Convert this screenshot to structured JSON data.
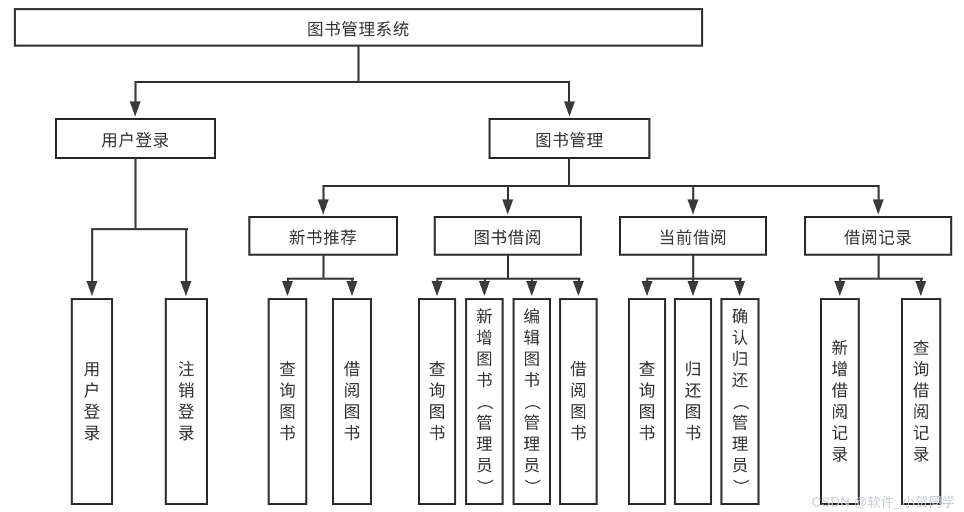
{
  "diagram": {
    "root": {
      "label": "图书管理系统"
    },
    "level2": [
      {
        "label": "用户登录"
      },
      {
        "label": "图书管理"
      }
    ],
    "level3": [
      {
        "label": "新书推荐"
      },
      {
        "label": "图书借阅"
      },
      {
        "label": "当前借阅"
      },
      {
        "label": "借阅记录"
      }
    ],
    "leaves": {
      "user_login": [
        "用户登录",
        "注销登录"
      ],
      "new_book": [
        "查询图书",
        "借阅图书"
      ],
      "book_borrow": [
        "查询图书",
        "新增图书（管理员）",
        "编辑图书（管理员）",
        "借阅图书"
      ],
      "current_borrow": [
        "查询图书",
        "归还图书",
        "确认归还（管理员）"
      ],
      "borrow_record": [
        "新增借阅记录",
        "查询借阅记录"
      ]
    }
  },
  "watermark": "CSDN @软件_小贺同学",
  "colors": {
    "line": "#3a3a3a",
    "text": "#333333",
    "border": "#333333",
    "background": "#ffffff",
    "watermark": "#c9ced3"
  }
}
